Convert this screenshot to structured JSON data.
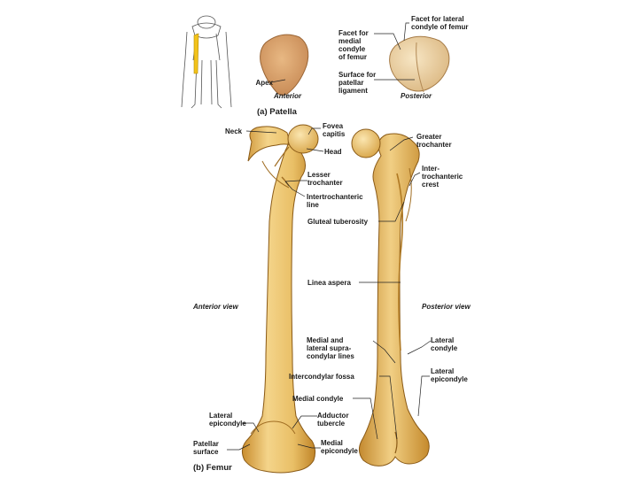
{
  "figure": {
    "patella": {
      "caption_letter": "(a)",
      "caption": "Patella",
      "views": {
        "anterior": "Anterior",
        "posterior": "Posterior"
      },
      "labels": {
        "apex": "Apex",
        "facet_medial": "Facet for\nmedial\ncondyle\nof femur",
        "facet_lateral": "Facet for lateral\ncondyle of femur",
        "surface_ligament": "Surface for\npatellar\nligament"
      }
    },
    "femur": {
      "caption_letter": "(b)",
      "caption": "Femur",
      "views": {
        "anterior": "Anterior view",
        "posterior": "Posterior view"
      },
      "labels": {
        "neck": "Neck",
        "fovea": "Fovea\ncapitis",
        "head": "Head",
        "greater_trochanter": "Greater\ntrochanter",
        "lesser_trochanter": "Lesser\ntrochanter",
        "intertrochanteric_crest": "Inter-\ntrochanteric\ncrest",
        "intertrochanteric_line": "Intertrochanteric\nline",
        "gluteal_tuberosity": "Gluteal tuberosity",
        "linea_aspera": "Linea aspera",
        "supracondylar_lines": "Medial and\nlateral supra-\ncondylar lines",
        "lateral_condyle": "Lateral\ncondyle",
        "lateral_epicondyle_right": "Lateral\nepicondyle",
        "intercondylar_fossa": "Intercondylar fossa",
        "medial_condyle": "Medial condyle",
        "adductor_tubercle": "Adductor\ntubercle",
        "medial_epicondyle": "Medial\nepicondyle",
        "lateral_epicondyle_left": "Lateral\nepicondyle",
        "patellar_surface": "Patellar\nsurface"
      }
    },
    "colors": {
      "bone_light": "#f4d48a",
      "bone_mid": "#e3b55a",
      "bone_dark": "#c98d2e",
      "patella": "#d9a06a",
      "highlight": "#f2c21a"
    }
  }
}
